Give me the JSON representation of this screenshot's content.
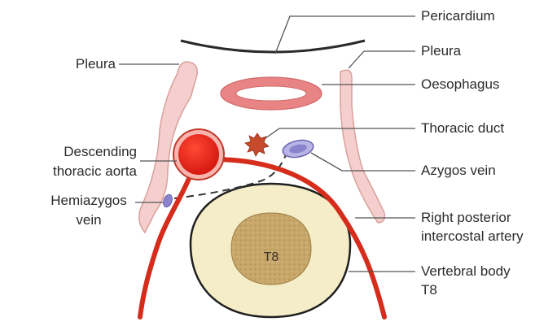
{
  "labels": {
    "pericardium": "Pericardium",
    "pleura_left": "Pleura",
    "pleura_right": "Pleura",
    "oesophagus": "Oesophagus",
    "thoracic_duct": "Thoracic duct",
    "aorta_1": "Descending",
    "aorta_2": "thoracic aorta",
    "azygos_vein": "Azygos vein",
    "hemiazygos_1": "Hemiazygos",
    "hemiazygos_2": "vein",
    "artery_1": "Right posterior",
    "artery_2": "intercostal artery",
    "vertebra_1": "Vertebral body",
    "vertebra_2": "T8",
    "t8_inside": "T8"
  },
  "colors": {
    "pleura_fill": "#f4cfcd",
    "pleura_stroke": "#d9a09c",
    "oesophagus": "#e88484",
    "aorta": "#e8231d",
    "artery": "#d62c1c",
    "thoracic_duct": "#c64a2b",
    "azygos": "#9b97d6",
    "vertebra_outer": "#f5edc7",
    "vertebra_inner": "#c9a86a",
    "line": "#3a3a3a"
  }
}
